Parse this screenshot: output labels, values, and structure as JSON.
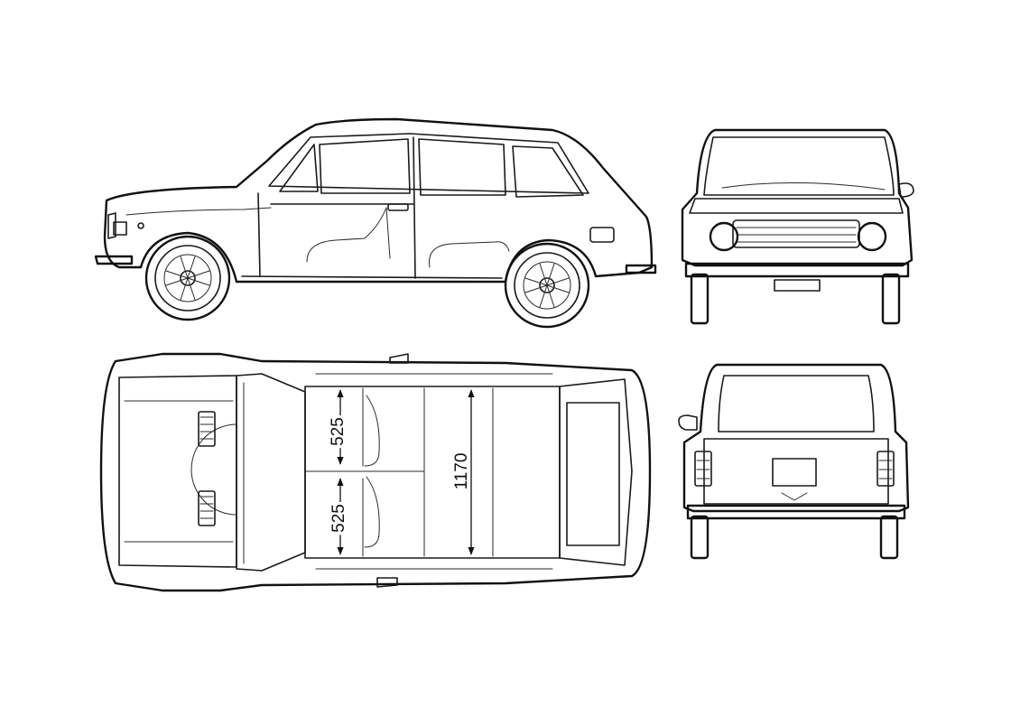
{
  "dimensions": {
    "front_seat_depth": "525",
    "rear_seat_depth": "525",
    "interior_length": "1170"
  }
}
